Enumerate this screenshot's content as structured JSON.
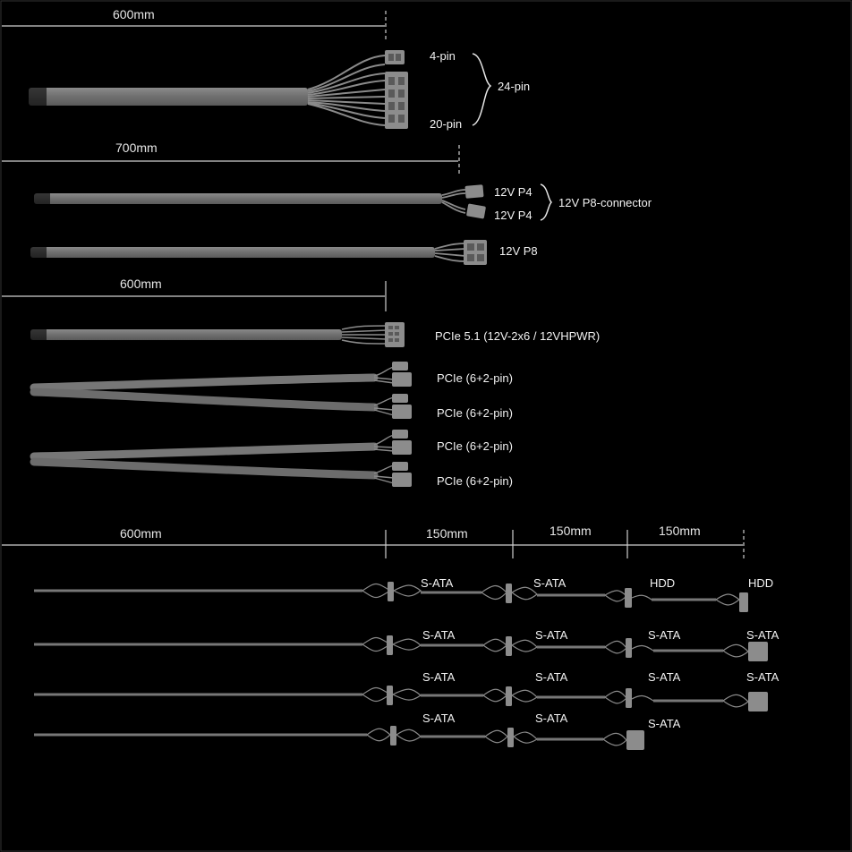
{
  "dimensions": {
    "main_top": "600mm",
    "eps": "700mm",
    "pcie": "600mm",
    "sata_main": "600mm",
    "sata_seg_1": "150mm",
    "sata_seg_2": "150mm",
    "sata_seg_3": "150mm"
  },
  "atx": {
    "top_connector": "4-pin",
    "bottom_connector": "20-pin",
    "group": "24-pin"
  },
  "eps": {
    "p4_top": "12V P4",
    "p4_bottom": "12V P4",
    "group": "12V P8-connector",
    "p8": "12V P8"
  },
  "pcie": {
    "pcie51": "PCIe 5.1 (12V-2x6 / 12VHPWR)",
    "c1": "PCIe (6+2-pin)",
    "c2": "PCIe (6+2-pin)",
    "c3": "PCIe (6+2-pin)",
    "c4": "PCIe (6+2-pin)"
  },
  "peripheral": {
    "row1": [
      "S-ATA",
      "S-ATA",
      "HDD",
      "HDD"
    ],
    "row2": [
      "S-ATA",
      "S-ATA",
      "S-ATA",
      "S-ATA"
    ],
    "row3": [
      "S-ATA",
      "S-ATA",
      "S-ATA",
      "S-ATA"
    ],
    "row4": [
      "S-ATA",
      "S-ATA",
      "S-ATA"
    ]
  },
  "colors": {
    "background": "#000000",
    "cable": "#7a7a7a",
    "connector": "#8c8c8c",
    "dimension_line": "#cfcfcf",
    "text": "#f2f2f2"
  }
}
